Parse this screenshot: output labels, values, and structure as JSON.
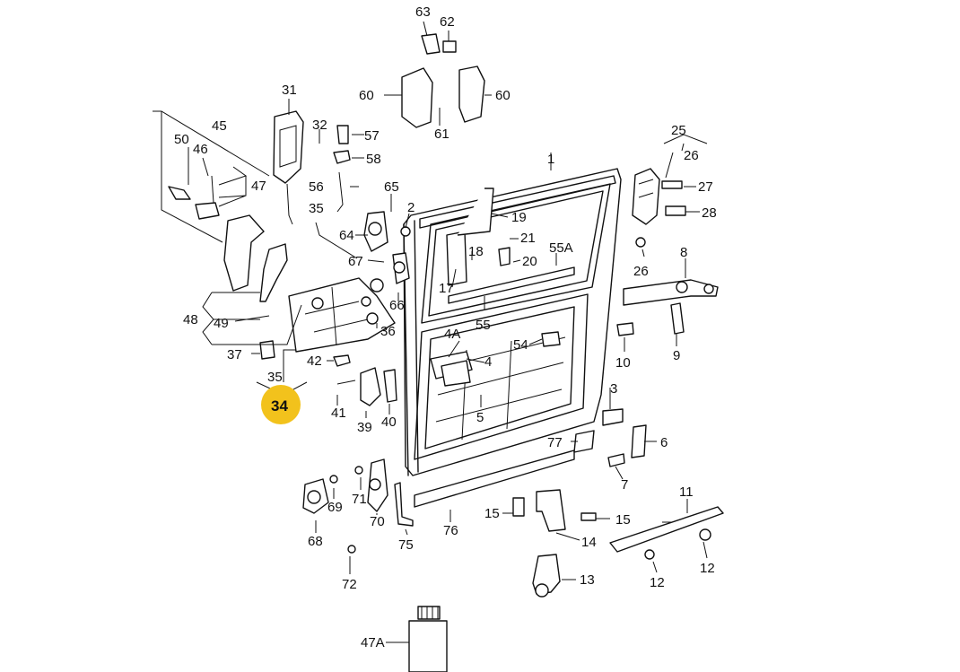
{
  "highlight_color": "#f2c21c",
  "highlighted_label": "34",
  "labels": {
    "l1": "1",
    "l2": "2",
    "l3": "3",
    "l4": "4",
    "l4a": "4A",
    "l5": "5",
    "l6": "6",
    "l7": "7",
    "l8": "8",
    "l9": "9",
    "l10": "10",
    "l11": "11",
    "l12a": "12",
    "l12b": "12",
    "l13": "13",
    "l14": "14",
    "l15a": "15",
    "l15b": "15",
    "l17": "17",
    "l18": "18",
    "l19": "19",
    "l20": "20",
    "l21": "21",
    "l25": "25",
    "l26a": "26",
    "l26b": "26",
    "l27": "27",
    "l28": "28",
    "l31": "31",
    "l32": "32",
    "l34": "34",
    "l35a": "35",
    "l35b": "35",
    "l36": "36",
    "l37": "37",
    "l39": "39",
    "l40": "40",
    "l41": "41",
    "l42": "42",
    "l45": "45",
    "l46": "46",
    "l47": "47",
    "l47a": "47A",
    "l48": "48",
    "l49": "49",
    "l50": "50",
    "l54": "54",
    "l55": "55",
    "l55a": "55A",
    "l56": "56",
    "l57": "57",
    "l58": "58",
    "l60a": "60",
    "l60b": "60",
    "l61": "61",
    "l62": "62",
    "l63": "63",
    "l64": "64",
    "l65": "65",
    "l66": "66",
    "l67": "67",
    "l68": "68",
    "l69": "69",
    "l70": "70",
    "l71": "71",
    "l72": "72",
    "l75": "75",
    "l76": "76",
    "l77": "77"
  }
}
